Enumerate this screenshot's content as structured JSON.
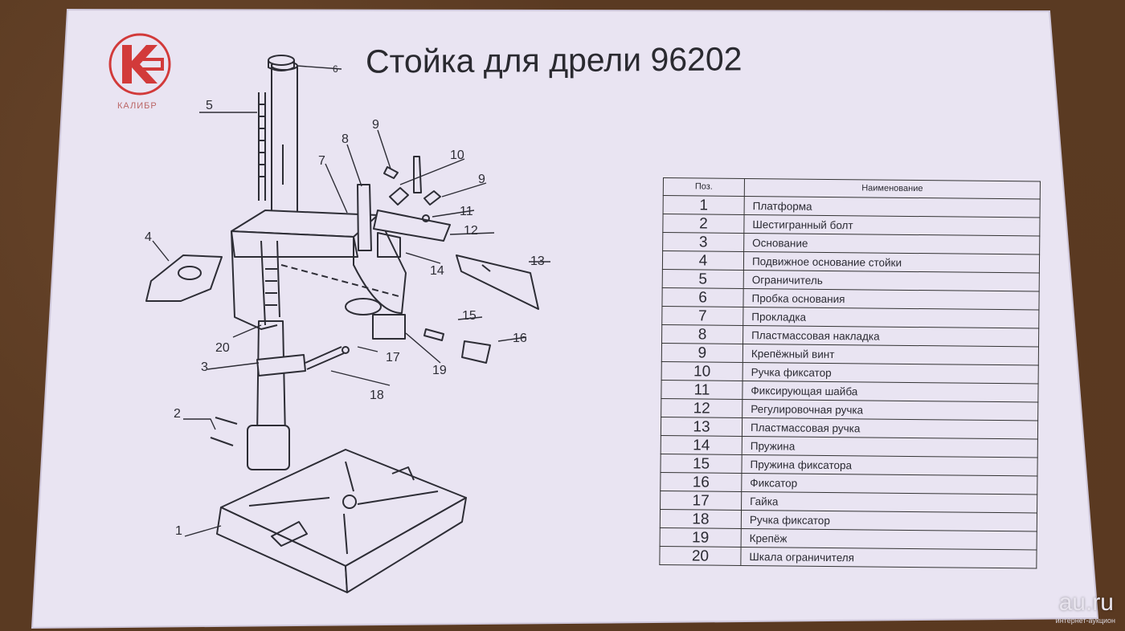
{
  "document": {
    "title": "Стойка для дрели 96202",
    "brand": "КАЛИБР"
  },
  "diagram": {
    "callouts": [
      "1",
      "2",
      "3",
      "4",
      "5",
      "6",
      "7",
      "8",
      "9",
      "10",
      "9",
      "11",
      "12",
      "13",
      "14",
      "15",
      "16",
      "17",
      "18",
      "19",
      "20"
    ]
  },
  "parts_table": {
    "headers": {
      "pos": "Поз.",
      "name": "Наименование"
    },
    "rows": [
      {
        "pos": "1",
        "name": "Платформа"
      },
      {
        "pos": "2",
        "name": "Шестигранный болт"
      },
      {
        "pos": "3",
        "name": "Основание"
      },
      {
        "pos": "4",
        "name": "Подвижное основание стойки"
      },
      {
        "pos": "5",
        "name": "Ограничитель"
      },
      {
        "pos": "6",
        "name": "Пробка основания"
      },
      {
        "pos": "7",
        "name": "Прокладка"
      },
      {
        "pos": "8",
        "name": "Пластмассовая накладка"
      },
      {
        "pos": "9",
        "name": "Крепёжный винт"
      },
      {
        "pos": "10",
        "name": "Ручка фиксатор"
      },
      {
        "pos": "11",
        "name": "Фиксирующая шайба"
      },
      {
        "pos": "12",
        "name": "Регулировочная ручка"
      },
      {
        "pos": "13",
        "name": "Пластмассовая ручка"
      },
      {
        "pos": "14",
        "name": "Пружина"
      },
      {
        "pos": "15",
        "name": "Пружина фиксатора"
      },
      {
        "pos": "16",
        "name": "Фиксатор"
      },
      {
        "pos": "17",
        "name": "Гайка"
      },
      {
        "pos": "18",
        "name": "Ручка фиксатор"
      },
      {
        "pos": "19",
        "name": "Крепёж"
      },
      {
        "pos": "20",
        "name": "Шкала ограничителя"
      }
    ]
  },
  "watermark": {
    "site": "au.ru",
    "tagline": "интернет-аукцион"
  },
  "colors": {
    "paper": "#e9e4f2",
    "ink": "#2a2a32",
    "logo_red": "#d23a3a"
  }
}
